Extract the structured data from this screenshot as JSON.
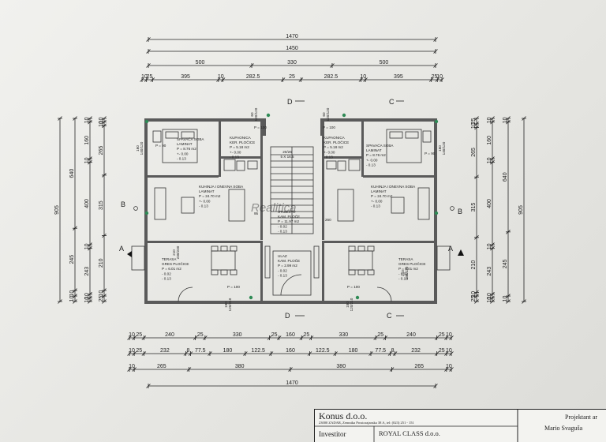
{
  "top_dims": {
    "row1": [
      "1470"
    ],
    "row2": [
      "1450"
    ],
    "row3": [
      "500",
      "330",
      "500"
    ],
    "row4": [
      "10",
      "25",
      "395",
      "10",
      "282.5",
      "25",
      "282.5",
      "10",
      "395",
      "25",
      "10"
    ]
  },
  "bottom_dims": {
    "row1": [
      "10",
      "25",
      "240",
      "25",
      "330",
      "25",
      "160",
      "25",
      "330",
      "25",
      "240",
      "25",
      "10"
    ],
    "row2": [
      "10",
      "25",
      "232",
      "8",
      "77.5",
      "180",
      "122.5",
      "160",
      "122.5",
      "180",
      "77.5",
      "8",
      "232",
      "25",
      "10"
    ],
    "row3": [
      "10",
      "265",
      "380",
      "380",
      "265",
      "10"
    ],
    "row4": [
      "1470"
    ]
  },
  "left_dims": {
    "col1": [
      "905"
    ],
    "col2": [
      "640",
      "245",
      "10",
      "10"
    ],
    "col3": [
      "10",
      "160",
      "10",
      "400",
      "10",
      "243",
      "10",
      "10"
    ],
    "col4": [
      "10",
      "10",
      "265",
      "315",
      "210",
      "10",
      "25"
    ]
  },
  "right_dims": {
    "col1": [
      "25",
      "10",
      "265",
      "315",
      "210",
      "10",
      "25"
    ],
    "col2": [
      "10",
      "160",
      "10",
      "400",
      "10",
      "243",
      "10",
      "10"
    ],
    "col3": [
      "10",
      "640",
      "245",
      "10"
    ],
    "col4": [
      "905"
    ]
  },
  "sections": {
    "d_top": "D",
    "c_top": "C",
    "d_bottom": "D",
    "c_bottom": "C",
    "b_left": "B",
    "b_right": "B",
    "a_left": "A",
    "a_right": "A"
  },
  "rooms": {
    "bed_left": [
      "SPAVAĆA SOBA",
      "LAMINAT",
      "P = 8.76 m2",
      "+- 0.00",
      "- 0.13"
    ],
    "bath_left": [
      "KUPAONICA",
      "KER. PLOČICE",
      "P = 5.18 m2",
      "+- 0.00",
      "- 0.13"
    ],
    "bath_right": [
      "KUPAONICA",
      "KER. PLOČICE",
      "P = 5.18 m2",
      "+- 0.00",
      "- 0.13"
    ],
    "bed_right": [
      "SPAVAĆA SOBA",
      "LAMINAT",
      "P = 8.76 m2",
      "+- 0.00",
      "- 0.13"
    ],
    "kitchen_left": [
      "KUHINJA I DNEVNA SOBA",
      "LAMINAT",
      "P = 24.70 m2",
      "+- 0.00",
      "- 0.13"
    ],
    "kitchen_right": [
      "KUHINJA I DNEVNA SOBA",
      "LAMINAT",
      "P = 24.70 m2",
      "+- 0.00",
      "- 0.13"
    ],
    "stairs": [
      "STUBIŠTE",
      "KAM. PLOČE",
      "P = 11.97 m2",
      "- 0.02",
      "- 0.13"
    ],
    "entry": [
      "ULAZ",
      "KAM. PLOČE",
      "P = 2.99 m2",
      "- 0.02",
      "- 0.13"
    ],
    "terrace_left": [
      "TERASA",
      "GRES PLOČICE",
      "P = 6.01 m2",
      "- 0.02",
      "- 0.13"
    ],
    "terrace_right": [
      "TERASA",
      "GRES PLOČICE",
      "P = 6.01 m2",
      "- 0.02",
      "- 0.13"
    ]
  },
  "openings": {
    "w_bed_left": [
      "160",
      "140/120"
    ],
    "w_bed_right": [
      "160",
      "140/120"
    ],
    "w_bath_left": [
      "60",
      "120/120"
    ],
    "w_bath_right": [
      "60",
      "120/120"
    ],
    "w_stair_top": [
      "20/26",
      "5 X 16.5"
    ],
    "w_stair_mid": [
      "95",
      "260"
    ],
    "w_terr_left": [
      "210",
      "230/230"
    ],
    "w_terr_right": [
      "210",
      "230/230"
    ],
    "door_bottom_left": [
      "180",
      "120/210"
    ],
    "door_bottom_right": [
      "180",
      "120/210"
    ],
    "p_labels": [
      "P = 90",
      "P = 100",
      "P = 100",
      "P = 90",
      "P = 100",
      "P = 100"
    ]
  },
  "watermark": "Realitica",
  "title_block": {
    "company": "Konus d.o.o.",
    "address": "23000 ZADAR, Zemnika Prostorajanska 38 A, tel: (023) 251 - 151",
    "investor_label": "Investitor",
    "investor": "ROYAL CLASS d.o.o.",
    "designer_label": "Projektant ar",
    "designer": "Mario Svaguša"
  }
}
